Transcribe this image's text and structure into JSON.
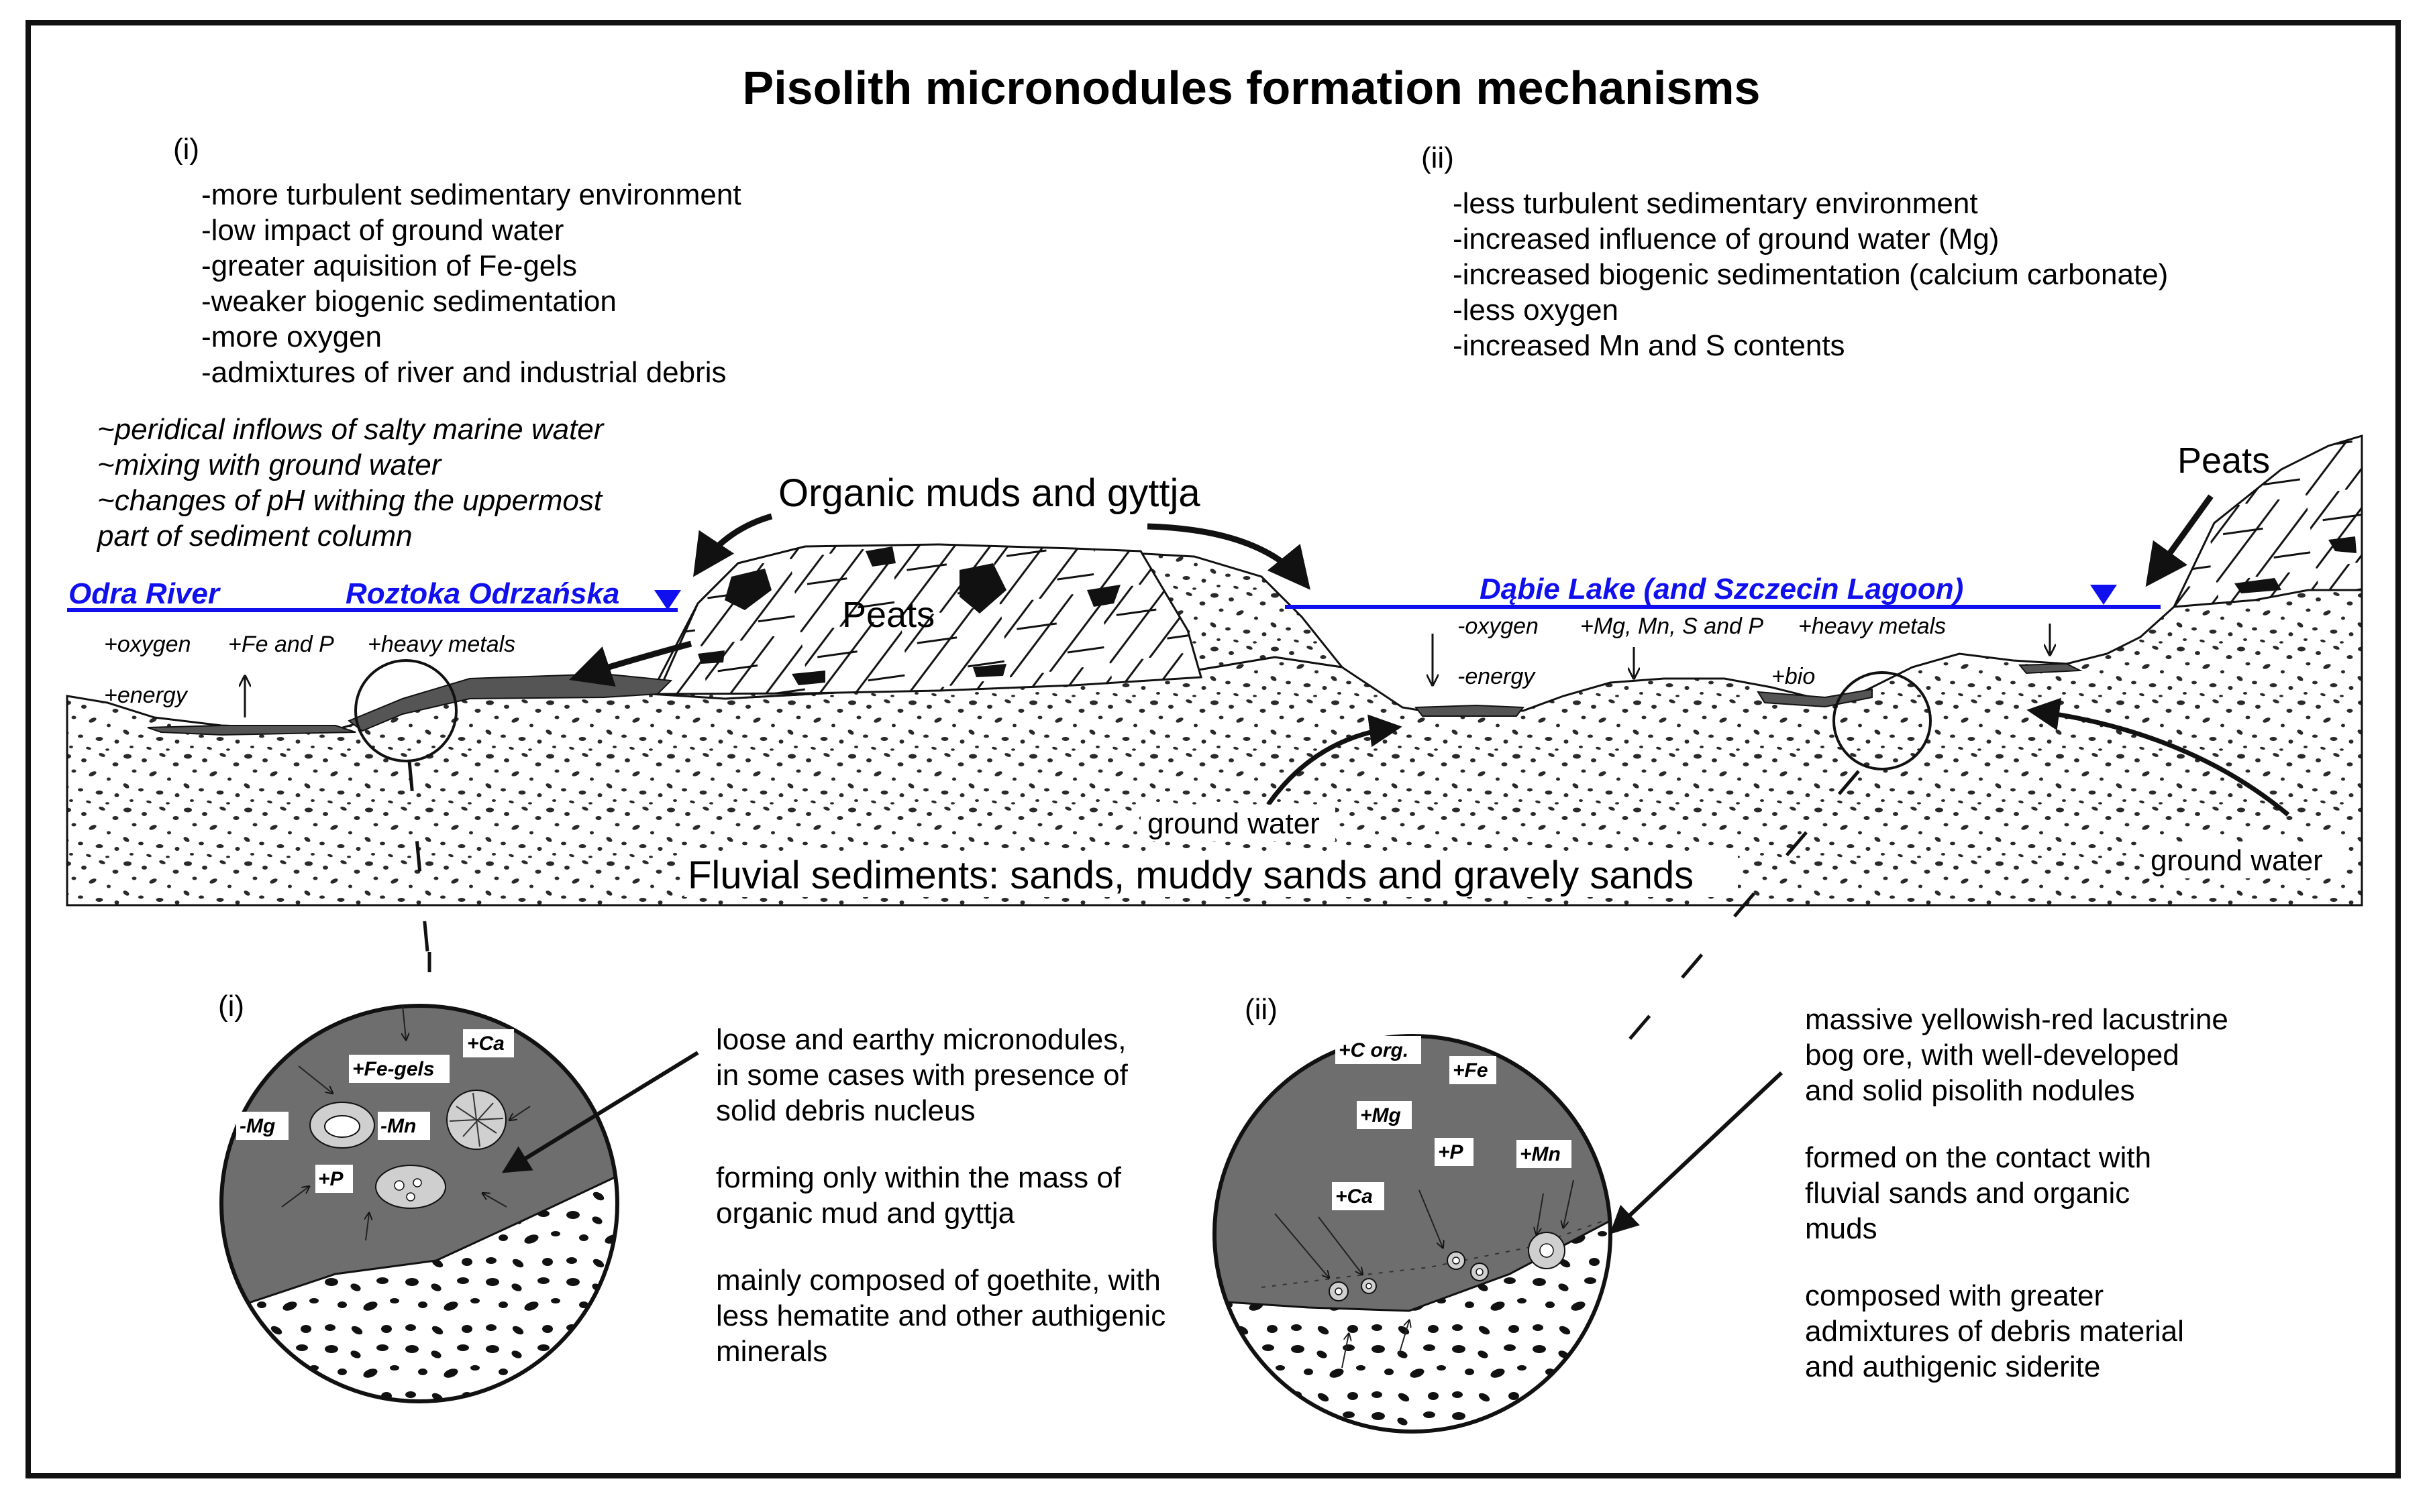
{
  "title": "Pisolith micronodules formation mechanisms",
  "panel_i": {
    "label": "(i)",
    "bullets": [
      "-more turbulent sedimentary environment",
      "-low impact of ground water",
      "-greater aquisition of Fe-gels",
      "-weaker biogenic sedimentation",
      "-more oxygen",
      "-admixtures of river and industrial debris"
    ],
    "notes": [
      "~peridical inflows of salty marine water",
      "~mixing with ground water",
      "~changes of pH withing the uppermost",
      "part of sediment column"
    ]
  },
  "panel_ii": {
    "label": "(ii)",
    "bullets": [
      "-less turbulent sedimentary environment",
      "-increased influence of ground water (Mg)",
      "-increased biogenic sedimentation (calcium carbonate)",
      "-less oxygen",
      "-increased Mn and S contents"
    ]
  },
  "section": {
    "organic_label": "Organic muds and gyttja",
    "peats_center": "Peats",
    "peats_right": "Peats",
    "odra": "Odra River",
    "roztoka": "Roztoka Odrzańska",
    "dabie": "Dąbie Lake (and Szczecin Lagoon)",
    "left_oxygen": "+oxygen",
    "left_fe": "+Fe and P",
    "left_metals": "+heavy metals",
    "left_energy": "+energy",
    "right_oxygen": "-oxygen",
    "right_mg": "+Mg, Mn, S and P",
    "right_metals": "+heavy metals",
    "right_energy": "-energy",
    "right_bio": "+bio",
    "ground_water_1": "ground water",
    "ground_water_2": "ground water",
    "fluvial": "Fluvial sediments: sands, muddy sands and gravely sands"
  },
  "circle_i": {
    "label": "(i)",
    "tags": [
      "+Ca",
      "+Fe-gels",
      "-Mg",
      "-Mn",
      "+P"
    ],
    "desc": [
      "loose and earthy micronodules,",
      "in some cases with presence of",
      "solid debris nucleus",
      "",
      "forming only within the mass of",
      "organic mud and gyttja",
      "",
      "mainly composed of goethite, with",
      "less hematite and other authigenic",
      "minerals"
    ]
  },
  "circle_ii": {
    "label": "(ii)",
    "tags": [
      "+C org.",
      "+Fe",
      "+Mg",
      "+P",
      "+Mn",
      "+Ca"
    ],
    "desc": [
      "massive yellowish-red lacustrine",
      "bog ore, with well-developed",
      "and solid pisolith nodules",
      "",
      "formed on the contact with",
      "fluvial sands and organic",
      "muds",
      "",
      "composed with greater",
      "admixtures of debris material",
      "and authigenic siderite"
    ]
  },
  "colors": {
    "water_line": "#1010ee",
    "nodule_fill": "#6e6e6e",
    "sand_fill": "#ffffff"
  }
}
